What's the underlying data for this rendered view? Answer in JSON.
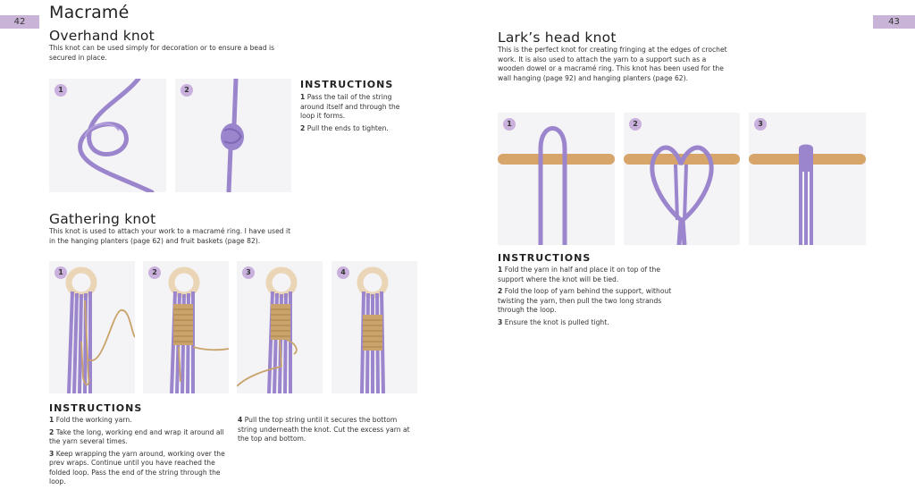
{
  "left_page": {
    "page_number": "42",
    "chapter_title": "Macramé",
    "overhand": {
      "title": "Overhand knot",
      "description": "This knot can be used simply for decoration or to ensure a bead is secured in place.",
      "photo_labels": [
        "1",
        "2"
      ],
      "instructions_heading": "INSTRUCTIONS",
      "steps": [
        {
          "num": "1",
          "text": "Pass the tail of the string around itself and through the loop it forms."
        },
        {
          "num": "2",
          "text": "Pull the ends to tighten."
        }
      ]
    },
    "gathering": {
      "title": "Gathering knot",
      "description": "This knot is used to attach your work to a macramé ring. I have used it in the hanging planters (page 62) and fruit baskets (page 82).",
      "photo_labels": [
        "1",
        "2",
        "3",
        "4"
      ],
      "instructions_heading": "INSTRUCTIONS",
      "steps_col1": [
        {
          "num": "1",
          "text": "Fold the working yarn."
        },
        {
          "num": "2",
          "text": "Take the long, working end and wrap it around all the yarn several times."
        },
        {
          "num": "3",
          "text": "Keep wrapping the yarn around, working over the prev wraps. Continue until you have reached the folded loop. Pass the end of the string through the loop."
        }
      ],
      "steps_col2": [
        {
          "num": "4",
          "text": "Pull the top string until it secures the bottom string underneath the knot. Cut the excess yarn at the top and bottom."
        }
      ]
    }
  },
  "right_page": {
    "page_number": "43",
    "larks": {
      "title": "Lark’s head knot",
      "description": "This is the perfect knot for creating fringing at the edges of crochet work. It is also used to attach the yarn to a support such as a wooden dowel or a macramé ring. This knot has been used for the wall hanging (page 92) and hanging planters (page 62).",
      "photo_labels": [
        "1",
        "2",
        "3"
      ],
      "instructions_heading": "INSTRUCTIONS",
      "steps": [
        {
          "num": "1",
          "text": "Fold the yarn in half and place it on top of the support where the knot will be tied."
        },
        {
          "num": "2",
          "text": "Fold the loop of yarn behind the support, without twisting the yarn, then pull the two long strands through the loop."
        },
        {
          "num": "3",
          "text": "Ensure the knot is pulled tight."
        }
      ]
    }
  },
  "colors": {
    "accent_purple": "#c9b4d8",
    "yarn_lilac": "#9b85cc",
    "jute": "#c9a36b",
    "wood_dowel": "#d7a56a",
    "wood_ring": "#ead6b6"
  }
}
